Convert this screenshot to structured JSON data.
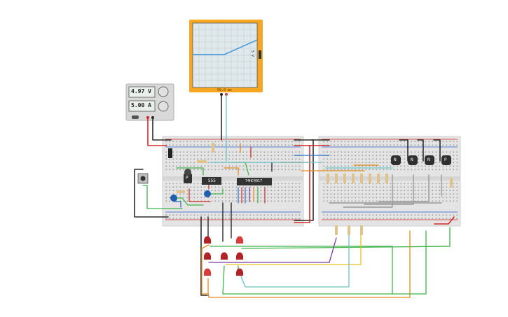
{
  "oscilloscope": {
    "time_label": "50.0 ms",
    "y_label": "5 V",
    "frame_color": "#f5a623",
    "trace_color": "#3a8fd9"
  },
  "power_supply": {
    "voltage": "4.97 V",
    "current": "5.00 A"
  },
  "chips": {
    "timer": "555",
    "counter": "74HC4017"
  },
  "transistors": [
    {
      "type": "N"
    },
    {
      "type": "N"
    },
    {
      "type": "N"
    },
    {
      "type": "P"
    }
  ],
  "breadboard_left": {
    "name": "breadboard-left"
  },
  "breadboard_right": {
    "name": "breadboard-right"
  },
  "leds": {
    "count": 7,
    "color": "#c0262b"
  },
  "potentiometer": {
    "label": "P"
  },
  "colors": {
    "wire_red": "#d42a2a",
    "wire_black": "#2b2b2b",
    "wire_green": "#3fb54a",
    "wire_teal": "#6cc4c4",
    "wire_orange": "#e08a1a",
    "wire_yellow": "#e8c21a",
    "wire_purple": "#7a3a9a",
    "wire_blue": "#2e6fc2"
  }
}
